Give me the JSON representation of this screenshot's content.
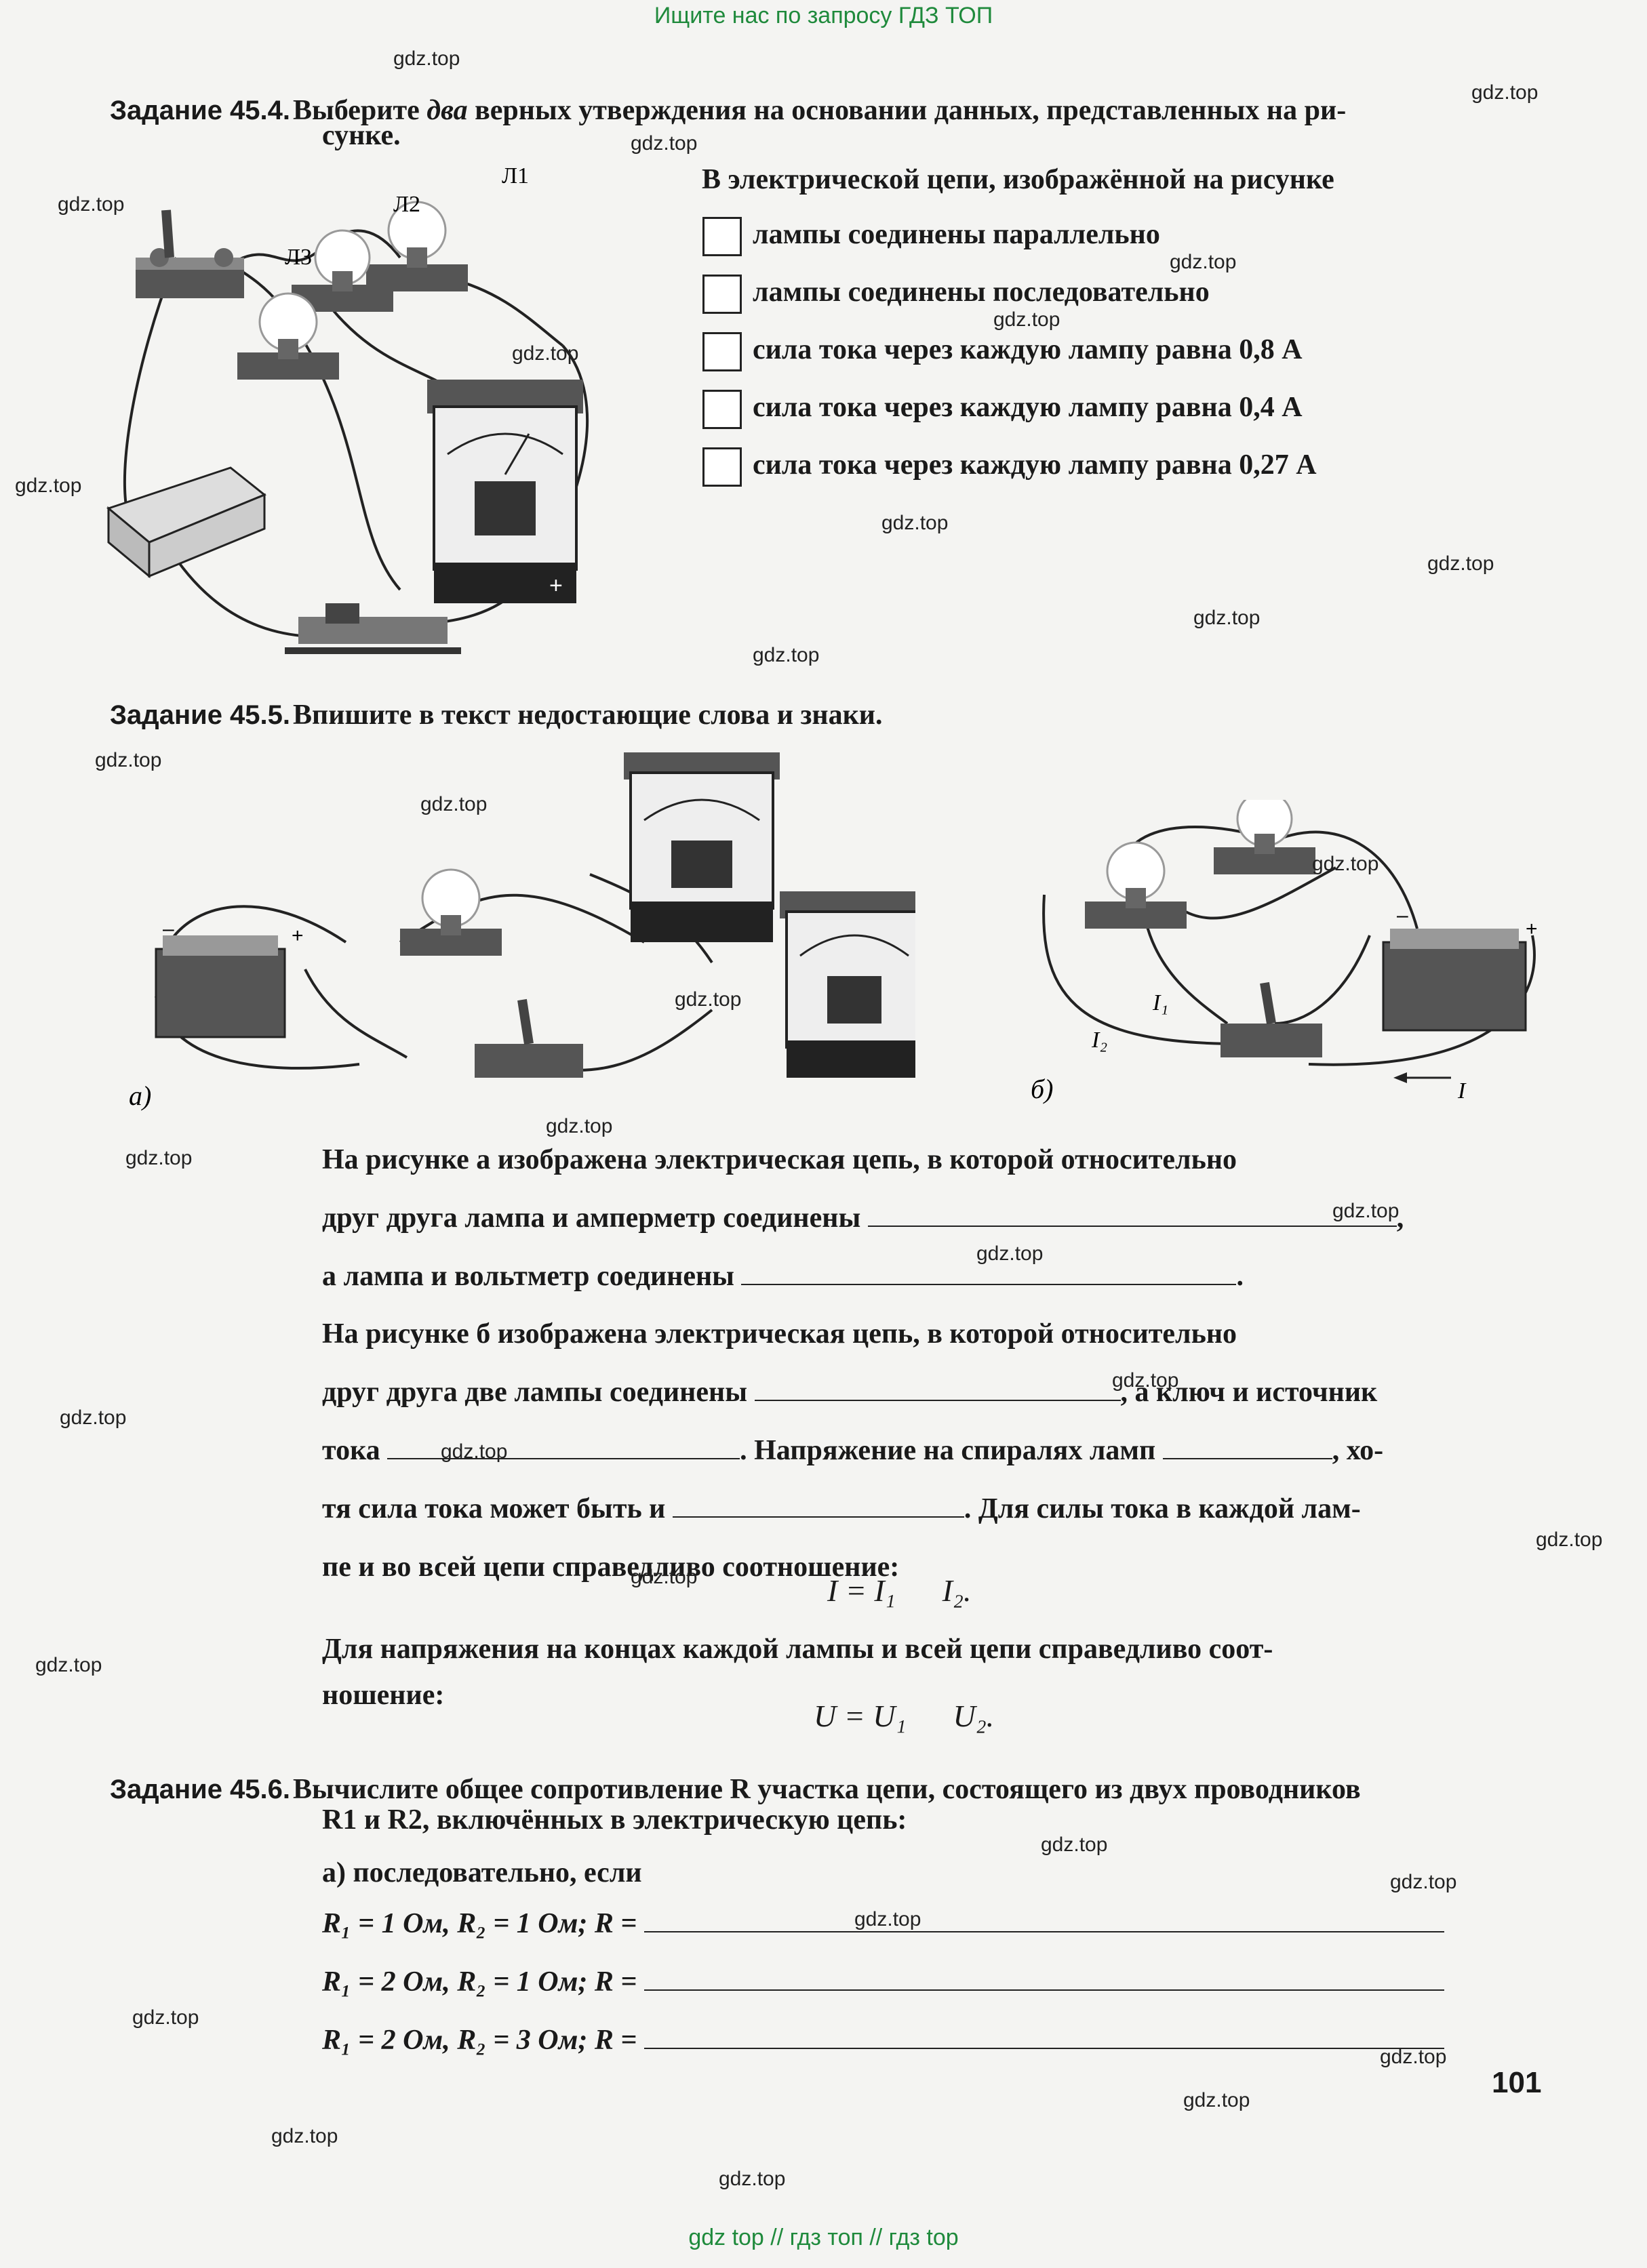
{
  "banner_top": "Ищите нас по запросу ГДЗ ТОП",
  "banner_bottom": "gdz top  //  гдз топ  //  гдз top",
  "watermark": "gdz.top",
  "task_45_4": {
    "label": "Задание 45.4.",
    "text_line1_pre": "Выберите ",
    "text_line1_em": "два",
    "text_line1_post": " верных утверждения на основании данных, представленных на ри-",
    "text_line2": "сунке.",
    "question": "В электрической цепи, изображённой на рисунке",
    "options": [
      "лампы соединены параллельно",
      "лампы соединены последовательно",
      "сила тока через каждую лампу равна 0,8 А",
      "сила тока через каждую лампу равна 0,4 А",
      "сила тока через каждую лампу равна 0,27 А"
    ],
    "lamp_labels": [
      "Л1",
      "Л2",
      "Л3"
    ]
  },
  "task_45_5": {
    "label": "Задание 45.5.",
    "text": "Впишите в текст недостающие слова и знаки.",
    "fig_a": "а)",
    "fig_b": "б)",
    "p1_l1": "На рисунке а изображена электрическая цепь, в которой относительно",
    "p1_l2": "друг друга лампа и амперметр соединены",
    "p1_l3": "а лампа и вольтметр соединены",
    "p2_l1": "На рисунке б изображена электрическая цепь, в которой относительно",
    "p2_l2a": "друг друга две лампы соединены",
    "p2_l2b": ", а ключ и источник",
    "p2_l3a": "тока",
    "p2_l3b": ". Напряжение на спиралях ламп",
    "p2_l3c": ", хо-",
    "p2_l4a": "тя сила тока может быть и",
    "p2_l4b": ". Для силы тока в каждой лам-",
    "p2_l5": "пе и во всей цепи справедливо соотношение:",
    "formula_i": "I = I₁      I₂.",
    "p3_l1": "Для напряжения на концах каждой лампы и всей цепи справедливо соот-",
    "p3_l2": "ношение:",
    "formula_u": "U = U₁      U₂."
  },
  "task_45_6": {
    "label": "Задание 45.6.",
    "text_l1": "Вычислите общее сопротивление R участка цепи, состоящего из двух проводников",
    "text_l2": "R1 и R2, включённых в электрическую цепь:",
    "sub_a": "а) последовательно, если",
    "rows": [
      "R₁ = 1 Ом, R₂ = 1 Ом; R =",
      "R₁ = 2 Ом, R₂ = 1 Ом; R =",
      "R₁ = 2 Ом, R₂ = 3 Ом; R ="
    ]
  },
  "page_number": "101"
}
